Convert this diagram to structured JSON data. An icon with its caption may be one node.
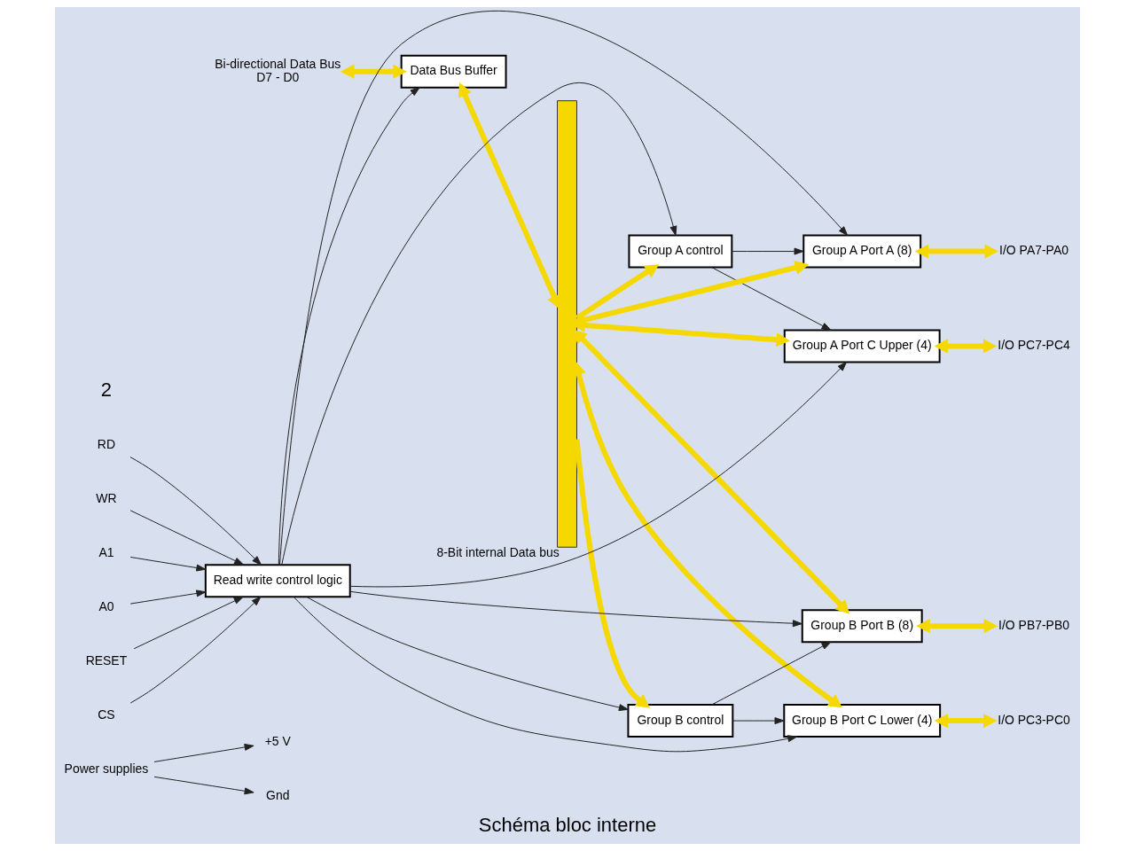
{
  "diagram": {
    "caption": "Schéma bloc interne",
    "nodes": [
      {
        "text": [
          "Power supplies"
        ]
      },
      {
        "text": [
          "+5 V"
        ]
      },
      {
        "text": [
          "Gnd"
        ]
      },
      {
        "text": [
          "Group A control"
        ]
      },
      {
        "text": [
          "Group A Port A (8)"
        ]
      },
      {
        "text": [
          "I/O PA7-PA0"
        ]
      },
      {
        "text": [
          "Group A Port C Upper (4)"
        ]
      },
      {
        "text": [
          "I/O PC7-PC4"
        ]
      },
      {
        "text": [
          "Bi-directional Data Bus",
          "D7 - D0"
        ]
      },
      {
        "text": [
          "Data Bus Buffer"
        ]
      },
      {
        "text": [],
        "shape": "bar",
        "beside": [
          "8-Bit internal Data bus"
        ]
      },
      {
        "text": [
          "Group B Port C Lower (4)"
        ]
      },
      {
        "text": [
          "I/O PC3-PC0"
        ]
      },
      {
        "text": [
          "RD"
        ]
      },
      {
        "text": [
          "WR"
        ]
      },
      {
        "text": [
          "Read write control logic"
        ]
      },
      {
        "text": [
          "Group B control"
        ]
      },
      {
        "text": [
          "Group B Port B (8)"
        ]
      },
      {
        "text": [
          "I/O PB7-PB0"
        ]
      },
      {
        "text": [
          "A1"
        ]
      },
      {
        "text": [
          "A0"
        ]
      },
      {
        "text": [
          "RESET"
        ]
      },
      {
        "text": [
          "CS"
        ]
      }
    ],
    "edges": [
      {
        "from": 0,
        "to": 1,
        "arrow": "to"
      },
      {
        "from": 0,
        "to": 2,
        "arrow": "to"
      },
      {
        "from": 8,
        "to": 9,
        "arrow": "both",
        "style": "thick",
        "color": "#f5d800"
      },
      {
        "from": 9,
        "to": 10,
        "arrow": "both",
        "style": "thick",
        "color": "#f5d800"
      },
      {
        "from": 10,
        "to": 3,
        "arrow": "to",
        "style": "thick",
        "color": "#f5d800"
      },
      {
        "from": 10,
        "to": 16,
        "arrow": "to",
        "style": "thick",
        "color": "#f5d800"
      },
      {
        "from": 10,
        "to": 4,
        "arrow": "both",
        "style": "thick",
        "color": "#f5d800"
      },
      {
        "from": 10,
        "to": 6,
        "arrow": "both",
        "style": "thick",
        "color": "#f5d800"
      },
      {
        "from": 10,
        "to": 11,
        "arrow": "both",
        "style": "thick",
        "color": "#f5d800"
      },
      {
        "from": 10,
        "to": 17,
        "arrow": "both",
        "style": "thick",
        "color": "#f5d800"
      },
      {
        "from": 4,
        "to": 5,
        "arrow": "both",
        "style": "thick",
        "color": "#f5d800"
      },
      {
        "from": 6,
        "to": 7,
        "arrow": "both",
        "style": "thick",
        "color": "#f5d800"
      },
      {
        "from": 11,
        "to": 12,
        "arrow": "both",
        "style": "thick",
        "color": "#f5d800"
      },
      {
        "from": 17,
        "to": 18,
        "arrow": "both",
        "style": "thick",
        "color": "#f5d800"
      },
      {
        "from": 3,
        "to": 4,
        "arrow": "to"
      },
      {
        "from": 3,
        "to": 6,
        "arrow": "to"
      },
      {
        "from": 16,
        "to": 11,
        "arrow": "to"
      },
      {
        "from": 16,
        "to": 17,
        "arrow": "to"
      },
      {
        "from": 15,
        "to": 9,
        "arrow": "to"
      },
      {
        "from": 15,
        "to": 3,
        "arrow": "to"
      },
      {
        "from": 15,
        "to": 16,
        "arrow": "to"
      },
      {
        "from": 15,
        "to": 4,
        "arrow": "to"
      },
      {
        "from": 15,
        "to": 6,
        "arrow": "to"
      },
      {
        "from": 15,
        "to": 11,
        "arrow": "to"
      },
      {
        "from": 15,
        "to": 17,
        "arrow": "to"
      },
      {
        "from": 13,
        "to": 15,
        "arrow": "to"
      },
      {
        "from": 14,
        "to": 15,
        "arrow": "to"
      },
      {
        "from": 19,
        "to": 15,
        "arrow": "to"
      },
      {
        "from": 20,
        "to": 15,
        "arrow": "to"
      },
      {
        "from": 21,
        "to": 15,
        "arrow": "to"
      },
      {
        "from": 22,
        "to": 15,
        "arrow": "to"
      }
    ],
    "labels": [
      "2"
    ]
  }
}
